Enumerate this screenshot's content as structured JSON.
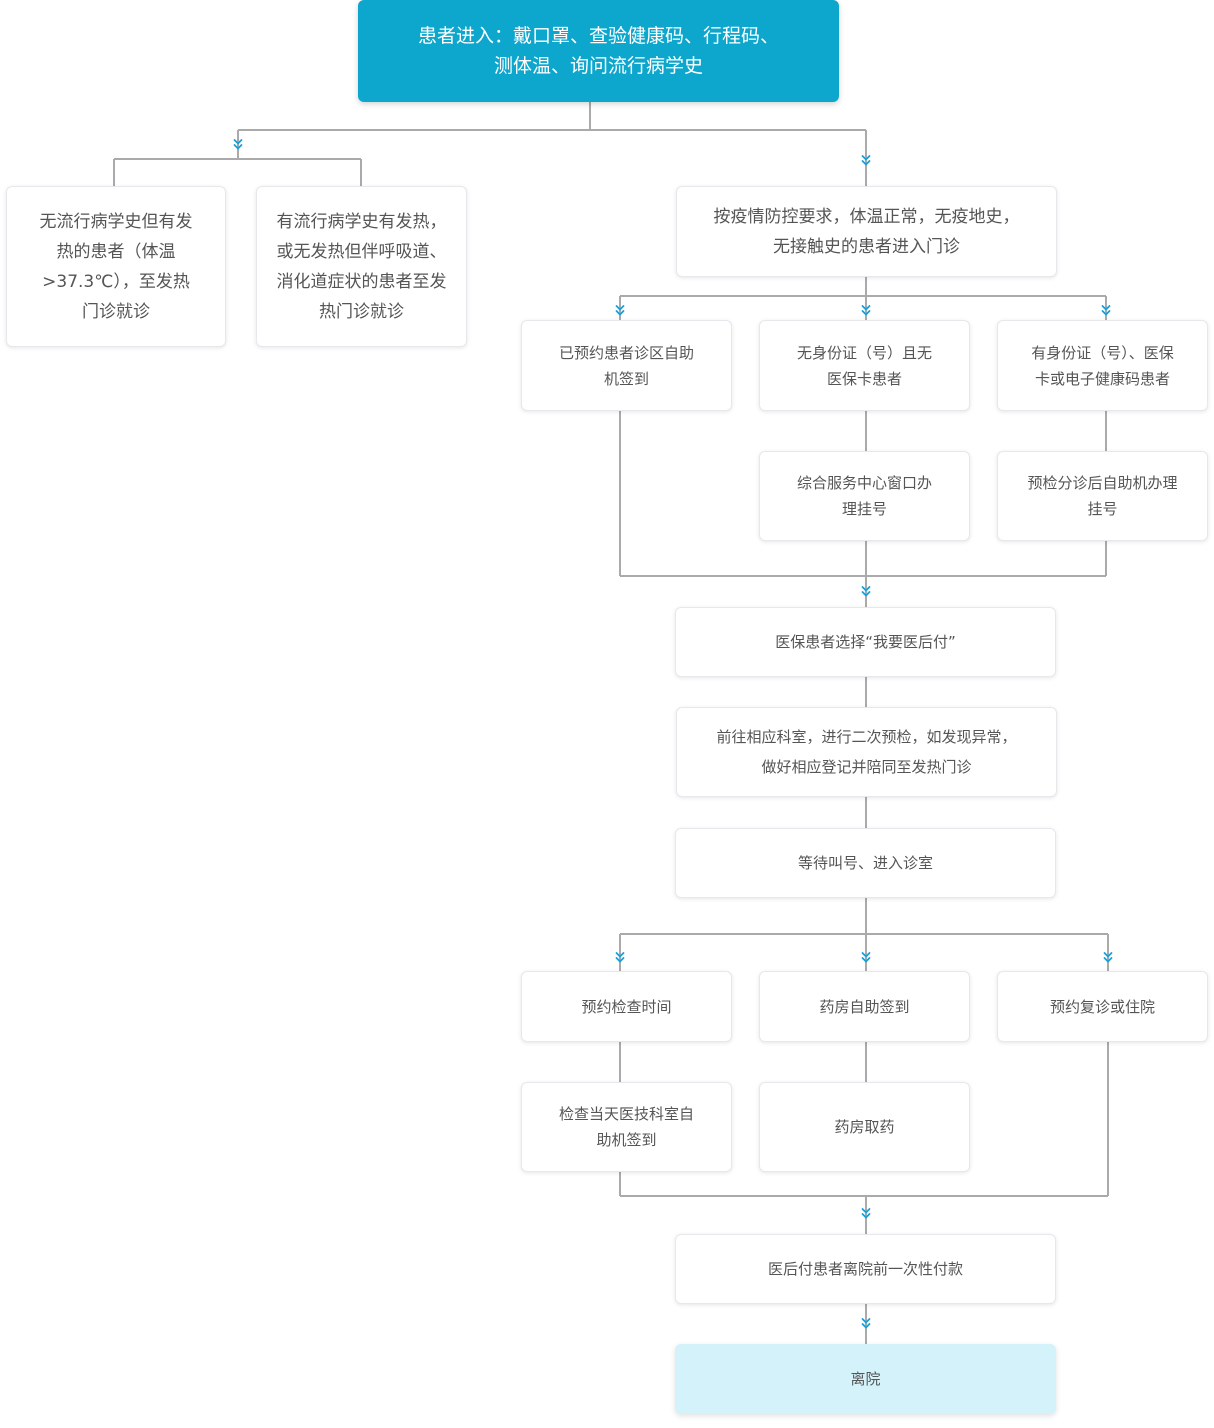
{
  "colors": {
    "top_fill": "#0da6cc",
    "final_fill": "#d3f2fa",
    "line": "#aaaaaa",
    "arrow": "#19a0d8"
  },
  "nodes": {
    "entry": "患者进入：戴口罩、查验健康码、行程码、\n测体温、询问流行病学史",
    "no_history_fever": "无流行病学史但有发\n热的患者（体温\n>37.3℃），至发热\n门诊就诊",
    "history_fever": "有流行病学史有发热，\n或无发热但伴呼吸道、\n消化道症状的患者至发\n热门诊就诊",
    "normal_entry": "按疫情防控要求，体温正常，无疫地史，\n无接触史的患者进入门诊",
    "appointment_checkin": "已预约患者诊区自助\n机签到",
    "no_id": "无身份证（号）且无\n医保卡患者",
    "has_id": "有身份证（号）、医保\n卡或电子健康码患者",
    "service_center": "综合服务中心窗口办\n理挂号",
    "triage_self_register": "预检分诊后自助机办理\n挂号",
    "insurance_pay_later": "医保患者选择“我要医后付”",
    "second_triage": "前往相应科室，进行二次预检，如发现异常，\n做好相应登记并陪同至发热门诊",
    "wait_call": "等待叫号、进入诊室",
    "book_exam": "预约检查时间",
    "pharmacy_checkin": "药房自助签到",
    "followup_or_admission": "预约复诊或住院",
    "exam_day_checkin": "检查当天医技科室自\n助机签到",
    "pharmacy_pickup": "药房取药",
    "pay_before_leave": "医后付患者离院前一次性付款",
    "leave": "离院"
  }
}
